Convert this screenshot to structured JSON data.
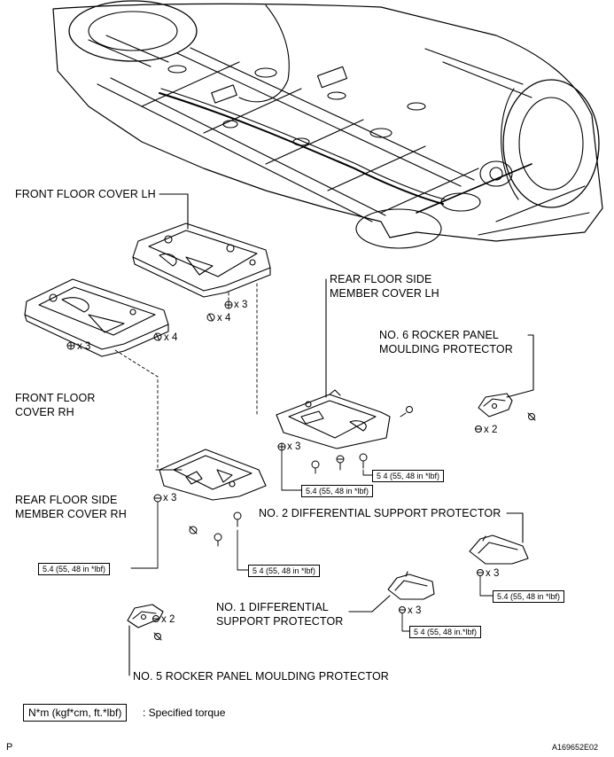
{
  "labels": {
    "front_floor_cover_lh": "FRONT FLOOR COVER LH",
    "front_floor_cover_rh": "FRONT FLOOR\nCOVER RH",
    "rear_floor_side_member_cover_lh": "REAR FLOOR SIDE\nMEMBER COVER LH",
    "rear_floor_side_member_cover_rh": "REAR FLOOR SIDE\nMEMBER COVER RH",
    "no6_rocker_panel_moulding_protector": "NO. 6 ROCKER PANEL\nMOULDING PROTECTOR",
    "no2_differential_support_protector": "NO. 2 DIFFERENTIAL SUPPORT PROTECTOR",
    "no1_differential_support_protector": "NO. 1 DIFFERENTIAL\nSUPPORT PROTECTOR",
    "no5_rocker_panel_moulding_protector": "NO. 5 ROCKER PANEL MOULDING PROTECTOR"
  },
  "torque_specs": {
    "rear_lh_right": "5 4 (55, 48 in *lbf)",
    "rear_lh_left": "5.4 (55, 48 in *lbf)",
    "rear_rh_left": "5.4 (55, 48 in *lbf)",
    "rear_rh_right": "5 4 (55, 48 in *lbf)",
    "no2_diff": "5.4 (55, 48 in *lbf)",
    "no1_diff": "5 4 (55, 48 in.*lbf)"
  },
  "fastener_counts": {
    "front_lh_top": "x 3",
    "front_lh_bottom": "x 4",
    "front_rh_clip": "x 4",
    "front_rh_bolt": "x 3",
    "no6_rocker": "x 2",
    "rear_lh": "x 3",
    "rear_rh": "x 3",
    "no2_diff": "x 3",
    "no1_diff": "x 3",
    "no5_rocker": "x 2"
  },
  "legend": {
    "unit_box": "N*m (kgf*cm, ft.*lbf)",
    "description": ": Specified torque"
  },
  "corner": {
    "left_mark": "P",
    "figure_id": "A169652E02"
  }
}
